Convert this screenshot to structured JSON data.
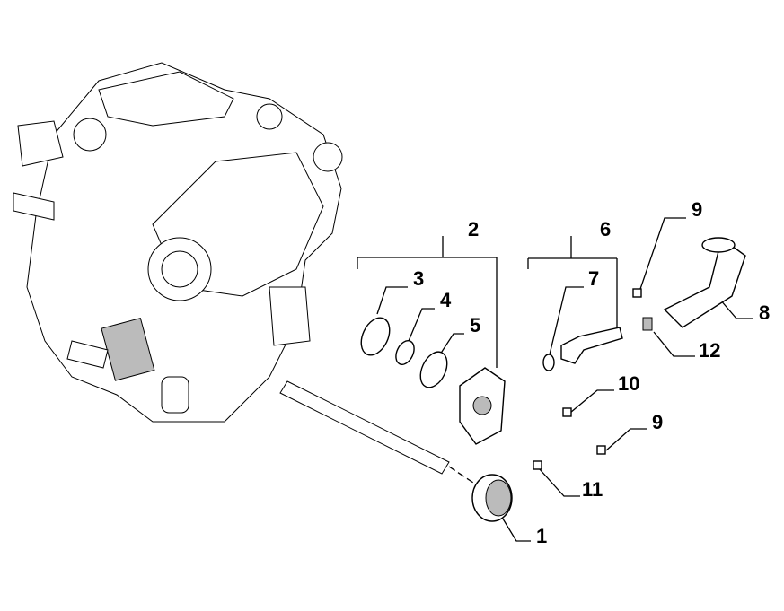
{
  "diagram": {
    "callouts": [
      {
        "id": "c1",
        "label": "1"
      },
      {
        "id": "c2",
        "label": "2"
      },
      {
        "id": "c3",
        "label": "3"
      },
      {
        "id": "c4",
        "label": "4"
      },
      {
        "id": "c5",
        "label": "5"
      },
      {
        "id": "c6",
        "label": "6"
      },
      {
        "id": "c7",
        "label": "7"
      },
      {
        "id": "c8",
        "label": "8"
      },
      {
        "id": "c9a",
        "label": "9"
      },
      {
        "id": "c9b",
        "label": "9"
      },
      {
        "id": "c10",
        "label": "10"
      },
      {
        "id": "c11",
        "label": "11"
      },
      {
        "id": "c12",
        "label": "12"
      }
    ]
  }
}
